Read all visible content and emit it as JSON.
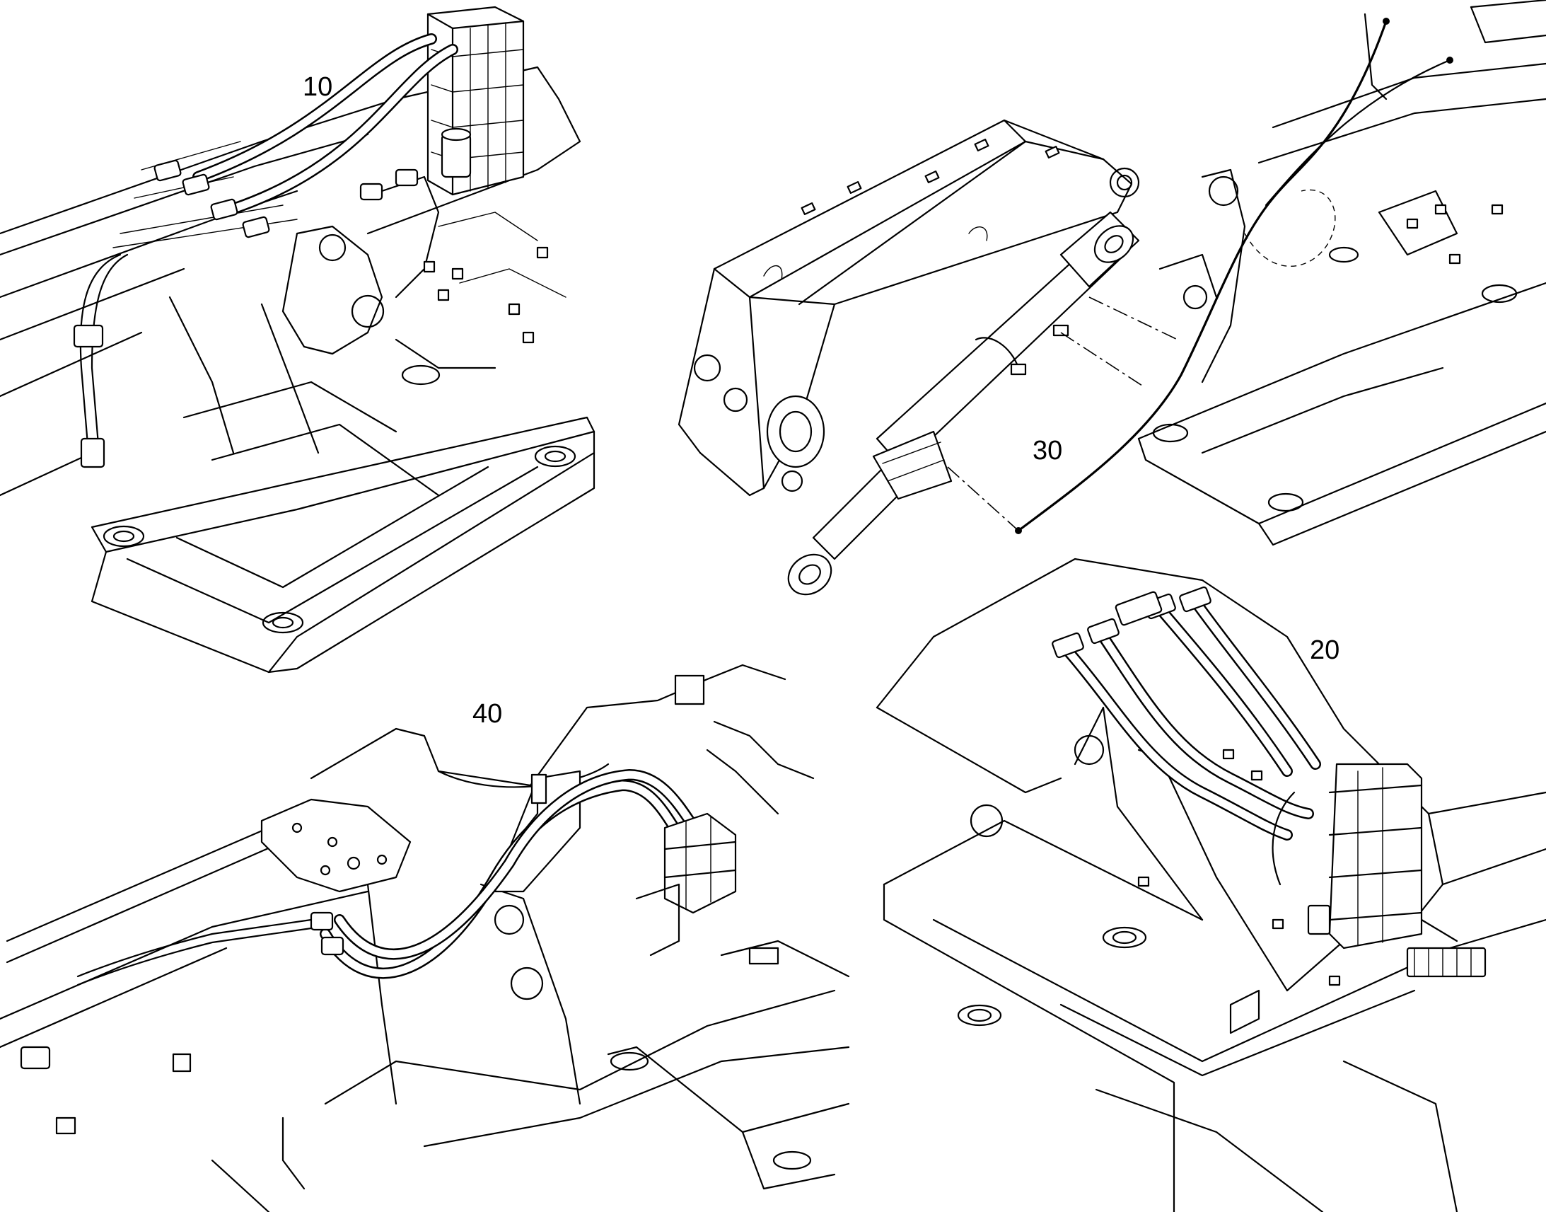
{
  "views": [
    {
      "id": "view-10",
      "callout": "10"
    },
    {
      "id": "view-20",
      "callout": "20"
    },
    {
      "id": "view-30",
      "callout": "30"
    },
    {
      "id": "view-40",
      "callout": "40"
    }
  ]
}
